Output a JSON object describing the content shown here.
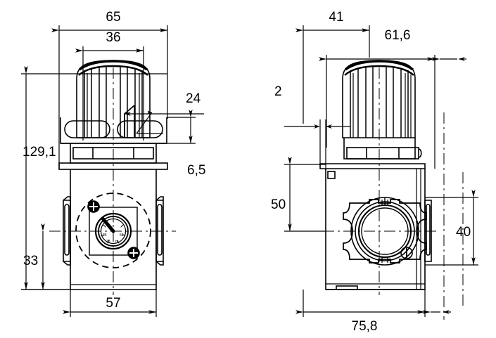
{
  "drawing": {
    "title": "Pressure regulator technical drawing",
    "type": "engineering-dimension-drawing",
    "units": "mm",
    "line_color": "#000000",
    "background_color": "#ffffff",
    "views": [
      {
        "name": "front-view",
        "position": "left"
      },
      {
        "name": "side-view",
        "position": "right"
      }
    ]
  },
  "front_view": {
    "name": "front-view",
    "dimensions": {
      "overall_width": "65",
      "knob_width": "36",
      "overall_height": "129,1",
      "bracket_offset": "24",
      "bracket_thickness": "6,5",
      "gauge_height": "33",
      "body_width": "57"
    },
    "features": {
      "knob": "fluted-adjustment-knob",
      "gauge": "pressure-gauge-dial",
      "bracket": "mounting-bracket-slots",
      "screws": "panel-mount-screws"
    }
  },
  "side_view": {
    "name": "side-view",
    "dimensions": {
      "bracket_width": "41",
      "knob_depth": "61,6",
      "plate_thickness": "2",
      "port_center_height": "50",
      "port_size": "40",
      "overall_depth": "75,8"
    },
    "features": {
      "knob": "fluted-adjustment-knob",
      "port": "threaded-inlet-port",
      "mark": "port-index-mark"
    }
  },
  "dimension_labels": [
    {
      "id": "dim-65",
      "value": "65",
      "view": "front",
      "kind": "horizontal"
    },
    {
      "id": "dim-36",
      "value": "36",
      "view": "front",
      "kind": "horizontal"
    },
    {
      "id": "dim-129-1",
      "value": "129,1",
      "view": "front",
      "kind": "vertical"
    },
    {
      "id": "dim-24",
      "value": "24",
      "view": "front",
      "kind": "leader"
    },
    {
      "id": "dim-6-5",
      "value": "6,5",
      "view": "front",
      "kind": "vertical"
    },
    {
      "id": "dim-33",
      "value": "33",
      "view": "front",
      "kind": "vertical"
    },
    {
      "id": "dim-57",
      "value": "57",
      "view": "front",
      "kind": "horizontal"
    },
    {
      "id": "dim-41",
      "value": "41",
      "view": "side",
      "kind": "horizontal"
    },
    {
      "id": "dim-61-6",
      "value": "61,6",
      "view": "side",
      "kind": "horizontal"
    },
    {
      "id": "dim-2",
      "value": "2",
      "view": "side",
      "kind": "horizontal"
    },
    {
      "id": "dim-50",
      "value": "50",
      "view": "side",
      "kind": "vertical"
    },
    {
      "id": "dim-40",
      "value": "40",
      "view": "side",
      "kind": "vertical"
    },
    {
      "id": "dim-75-8",
      "value": "75,8",
      "view": "side",
      "kind": "horizontal"
    }
  ]
}
